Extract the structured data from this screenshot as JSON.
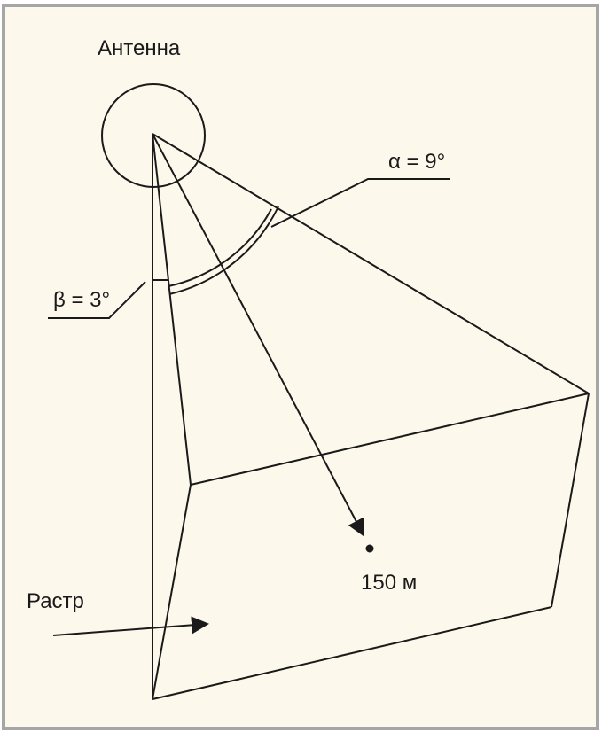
{
  "colors": {
    "background": "#fdf8ec",
    "border": "#a6a6a6",
    "stroke": "#1a1a1a"
  },
  "labels": {
    "antenna": "Антенна",
    "alpha": "α = 9°",
    "beta": "β = 3°",
    "distance": "150 м",
    "raster": "Растр"
  }
}
